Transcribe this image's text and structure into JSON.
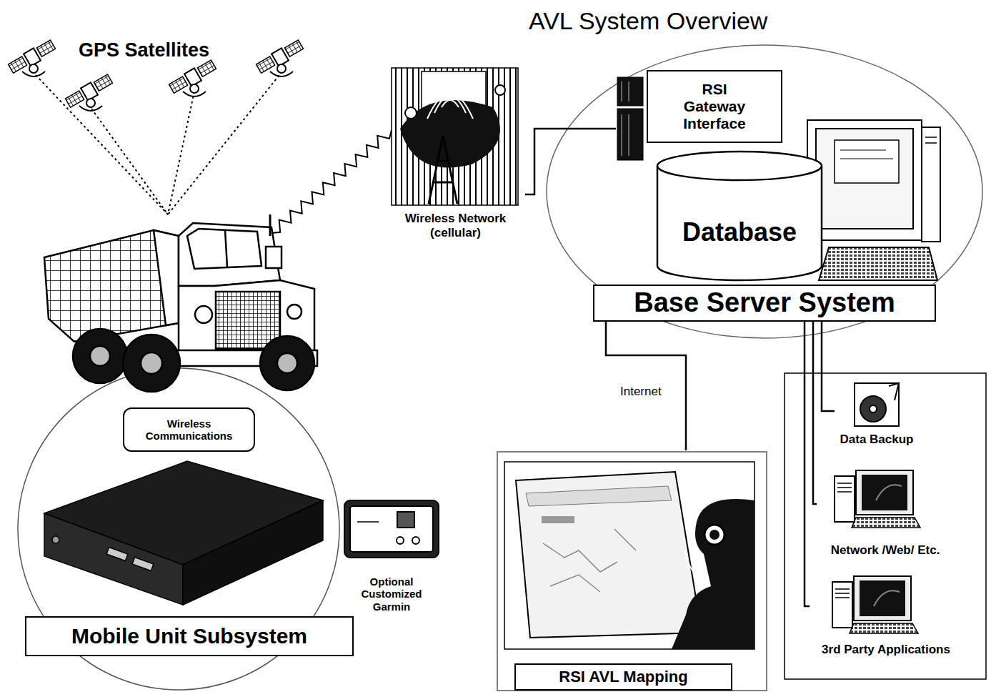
{
  "diagram": {
    "title": "AVL System Overview",
    "nodes": [
      {
        "text": [
          "Wireless Network (cellular)"
        ]
      },
      {
        "text": [
          "Base Server System"
        ]
      },
      {
        "text": [
          "RSI Gateway Interface"
        ],
        "in": 1
      },
      {
        "text": [
          "Database"
        ],
        "in": 1
      },
      {
        "text": [
          "Mobile Unit Subsystem"
        ]
      },
      {
        "text": [
          "Wireless Communications"
        ],
        "in": 4
      },
      {
        "text": [
          "RSI AVL Mapping"
        ]
      },
      {
        "text": [
          "Data Backup"
        ]
      },
      {
        "text": [
          "Network /Web/ Etc."
        ]
      },
      {
        "text": [
          "3rd Party Applications"
        ]
      }
    ],
    "edges": [
      {
        "from": 0,
        "to": 2,
        "arrow": "none"
      },
      {
        "from": 1,
        "to": 6,
        "label": "Internet",
        "arrow": "none"
      },
      {
        "from": 1,
        "to": 7,
        "arrow": "none"
      },
      {
        "from": 1,
        "to": 8,
        "arrow": "none"
      },
      {
        "from": 1,
        "to": 9,
        "arrow": "none"
      }
    ],
    "labels": [
      "GPS Satellites",
      "Optional Customized Garmin"
    ]
  }
}
